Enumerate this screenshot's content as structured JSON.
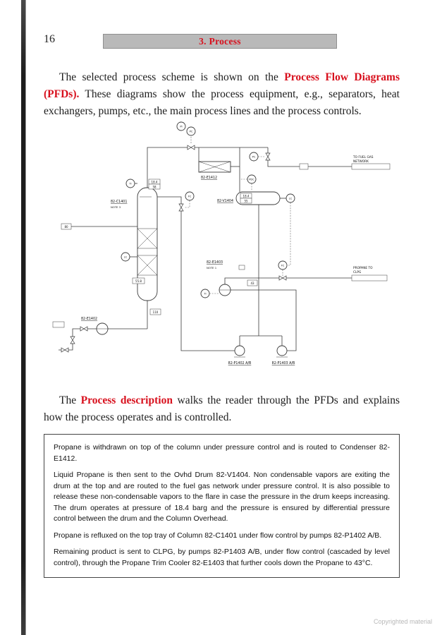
{
  "colors": {
    "accent_red": "#d8101d",
    "header_bar": "#b9b9b9",
    "page_edge": "#1d1d1d"
  },
  "page": {
    "number": "16",
    "header_title": "3. Process",
    "copyright": "Copyrighted material"
  },
  "intro": {
    "lead": "The selected process scheme is shown on the ",
    "highlight": "Process Flow Diagrams (PFDs).",
    "rest": " These diagrams show the process equipment, e.g., separators, heat exchangers, pumps, etc., the main process lines and the process controls."
  },
  "description": {
    "lead": "The ",
    "highlight": "Process description",
    "rest": " walks the reader through the PFDs and explains how the process operates and is controlled."
  },
  "process_box": {
    "paragraphs": [
      "Propane is withdrawn on top of the column under pressure control and is routed to Condenser 82-E1412.",
      "Liquid Propane is then sent to the Ovhd Drum 82-V1404. Non condensable vapors are exiting the drum at the top and are routed to the fuel gas network under pressure control. It is also possible to release these non-condensable vapors to the flare in case the pressure in the drum keeps increasing. The drum operates at pressure of 18.4 barg and the pressure is ensured by differential pressure control between the drum and the Column Overhead.",
      "Propane is refluxed on the top tray of Column 82-C1401 under flow control by pumps 82-P1402 A/B.",
      "Remaining product is sent to CLPG, by pumps 82-P1403 A/B, under flow control (cascaded by level control), through the Propane Trim Cooler 82-E1403 that further cools down the Propane to 43°C."
    ]
  },
  "diagram": {
    "equipment": {
      "column": "82-C1401",
      "column_note": "NOTE 3",
      "condenser": "82-E1412",
      "drum": "82-V1404",
      "trim_cooler": "82-E1403",
      "cooler_note": "NOTE 1",
      "bottom_exchanger": "82-E1402",
      "reflux_pumps": "82-P1402 A/B",
      "product_pumps": "82-P1403 A/B"
    },
    "streams": {
      "fuel_gas_line1": "TO FUEL GAS",
      "fuel_gas_line2": "NETWORK",
      "propane_line1": "PROPANE TO",
      "propane_line2": "CLPG"
    },
    "values": {
      "column_pressure": "18.4",
      "column_temp": "58",
      "column_mid_temp": "55.8",
      "column_bottom_temp": "110",
      "drum_pressure": "18.4",
      "drum_temp": "55",
      "cooler_outlet_temp": "43",
      "line_tag": "80"
    },
    "instruments": {
      "overhead_pi": "PI",
      "overhead_pc": "PC",
      "column_ti": "TI",
      "column_lc": "LC",
      "fuelgas_pc": "PC",
      "pdc": "PDC",
      "drum_lc": "LC",
      "reflux_fc": "FC",
      "product_fc": "FC",
      "cooler_ti": "TI"
    }
  }
}
